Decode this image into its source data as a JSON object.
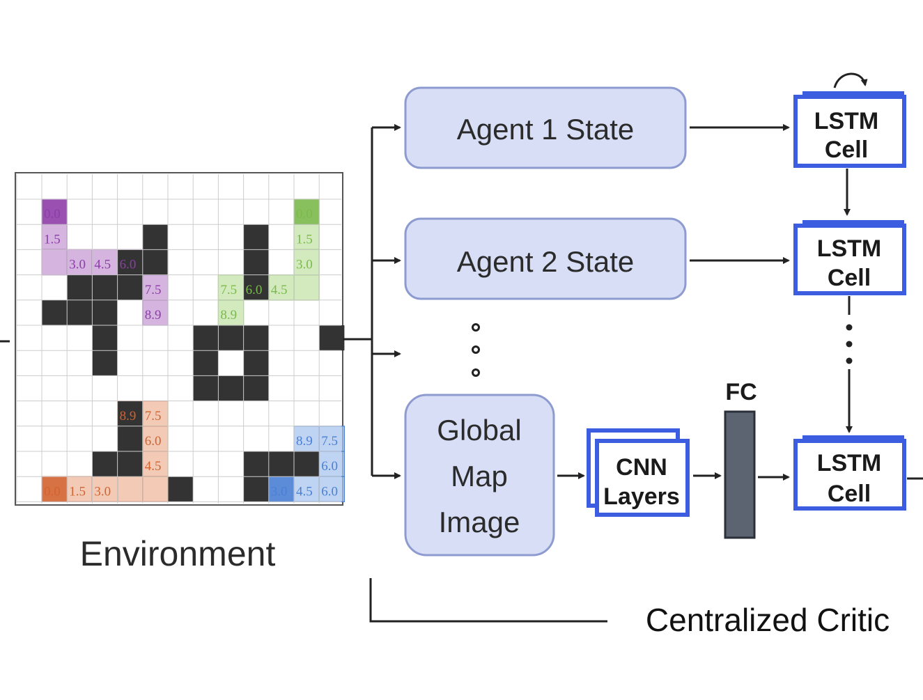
{
  "environment": {
    "caption": "Environment",
    "grid_size": 13,
    "obstacles": [
      [
        4,
        1
      ],
      [
        4,
        2
      ],
      [
        3,
        2
      ],
      [
        1,
        3
      ],
      [
        2,
        3
      ],
      [
        3,
        3
      ],
      [
        8,
        1
      ],
      [
        8,
        2
      ],
      [
        8,
        3
      ],
      [
        0,
        4
      ],
      [
        1,
        4
      ],
      [
        2,
        4
      ],
      [
        2,
        5
      ],
      [
        2,
        6
      ],
      [
        6,
        5
      ],
      [
        7,
        5
      ],
      [
        8,
        5
      ],
      [
        6,
        6
      ],
      [
        8,
        6
      ],
      [
        6,
        7
      ],
      [
        7,
        7
      ],
      [
        8,
        7
      ],
      [
        11,
        5
      ],
      [
        3,
        8
      ],
      [
        3,
        9
      ],
      [
        2,
        10
      ],
      [
        3,
        10
      ],
      [
        5,
        11
      ],
      [
        8,
        10
      ],
      [
        9,
        10
      ],
      [
        10,
        10
      ],
      [
        8,
        11
      ]
    ],
    "paths": [
      {
        "name": "purple",
        "color": "#8e3da8",
        "light": "#c79bd6",
        "cells": [
          [
            0,
            0
          ],
          [
            0,
            1
          ],
          [
            0,
            2
          ],
          [
            1,
            2
          ],
          [
            2,
            2
          ],
          [
            3,
            2
          ],
          [
            4,
            2
          ],
          [
            4,
            3
          ],
          [
            4,
            4
          ]
        ],
        "labels": [
          {
            "cell": [
              0,
              0
            ],
            "text": "0.0"
          },
          {
            "cell": [
              0,
              1
            ],
            "text": "1.5"
          },
          {
            "cell": [
              1,
              2
            ],
            "text": "3.0"
          },
          {
            "cell": [
              2,
              2
            ],
            "text": "4.5"
          },
          {
            "cell": [
              3,
              2
            ],
            "text": "6.0"
          },
          {
            "cell": [
              4,
              3
            ],
            "text": "7.5"
          },
          {
            "cell": [
              4,
              4
            ],
            "text": "8.9"
          }
        ]
      },
      {
        "name": "green",
        "color": "#7bb94d",
        "light": "#c4e3a8",
        "cells": [
          [
            10,
            0
          ],
          [
            10,
            1
          ],
          [
            10,
            2
          ],
          [
            10,
            3
          ],
          [
            9,
            3
          ],
          [
            8,
            3
          ],
          [
            7,
            3
          ],
          [
            7,
            4
          ]
        ],
        "labels": [
          {
            "cell": [
              10,
              0
            ],
            "text": "0.0"
          },
          {
            "cell": [
              10,
              1
            ],
            "text": "1.5"
          },
          {
            "cell": [
              10,
              2
            ],
            "text": "3.0"
          },
          {
            "cell": [
              9,
              3
            ],
            "text": "4.5"
          },
          {
            "cell": [
              8,
              3
            ],
            "text": "6.0"
          },
          {
            "cell": [
              7,
              3
            ],
            "text": "7.5"
          },
          {
            "cell": [
              7,
              4
            ],
            "text": "8.9"
          }
        ]
      },
      {
        "name": "orange",
        "color": "#d2632f",
        "light": "#eeb89c",
        "cells": [
          [
            0,
            11
          ],
          [
            1,
            11
          ],
          [
            2,
            11
          ],
          [
            3,
            11
          ],
          [
            4,
            11
          ],
          [
            4,
            10
          ],
          [
            4,
            9
          ],
          [
            4,
            8
          ],
          [
            3,
            8
          ]
        ],
        "labels": [
          {
            "cell": [
              0,
              11
            ],
            "text": "0.0"
          },
          {
            "cell": [
              1,
              11
            ],
            "text": "1.5"
          },
          {
            "cell": [
              2,
              11
            ],
            "text": "3.0"
          },
          {
            "cell": [
              4,
              10
            ],
            "text": "4.5"
          },
          {
            "cell": [
              4,
              9
            ],
            "text": "6.0"
          },
          {
            "cell": [
              4,
              8
            ],
            "text": "7.5"
          },
          {
            "cell": [
              3,
              8
            ],
            "text": "8.9"
          }
        ]
      },
      {
        "name": "blue",
        "color": "#4a7fd4",
        "light": "#a8c6ee",
        "cells": [
          [
            9,
            11
          ],
          [
            10,
            11
          ],
          [
            11,
            11
          ],
          [
            11,
            10
          ],
          [
            11,
            9
          ],
          [
            10,
            9
          ]
        ],
        "labels": [
          {
            "cell": [
              9,
              11
            ],
            "text": "3.0"
          },
          {
            "cell": [
              10,
              11
            ],
            "text": "4.5"
          },
          {
            "cell": [
              11,
              11
            ],
            "text": "6.0"
          },
          {
            "cell": [
              11,
              10
            ],
            "text": "6.0"
          },
          {
            "cell": [
              11,
              9
            ],
            "text": "7.5"
          },
          {
            "cell": [
              10,
              9
            ],
            "text": "8.9"
          }
        ]
      }
    ]
  },
  "inputs": {
    "agent1": "Agent 1 State",
    "agent2": "Agent 2 State",
    "global_map": [
      "Global",
      "Map",
      "Image"
    ]
  },
  "lstm_cells": [
    {
      "line1": "LSTM",
      "line2": "Cell"
    },
    {
      "line1": "LSTM",
      "line2": "Cell"
    },
    {
      "line1": "LSTM",
      "line2": "Cell"
    }
  ],
  "cnn": {
    "line1": "CNN",
    "line2": "Layers"
  },
  "fc": {
    "label": "FC"
  },
  "critic": {
    "label": "Centralized Critic"
  },
  "colors": {
    "state_fill": "#d7def5",
    "state_stroke": "#8e9bd0",
    "lstm_stroke": "#3d5de0",
    "fc_fill": "#5c6472",
    "obstacle": "#333333",
    "grid": "#cccccc",
    "arrow": "#222222"
  }
}
